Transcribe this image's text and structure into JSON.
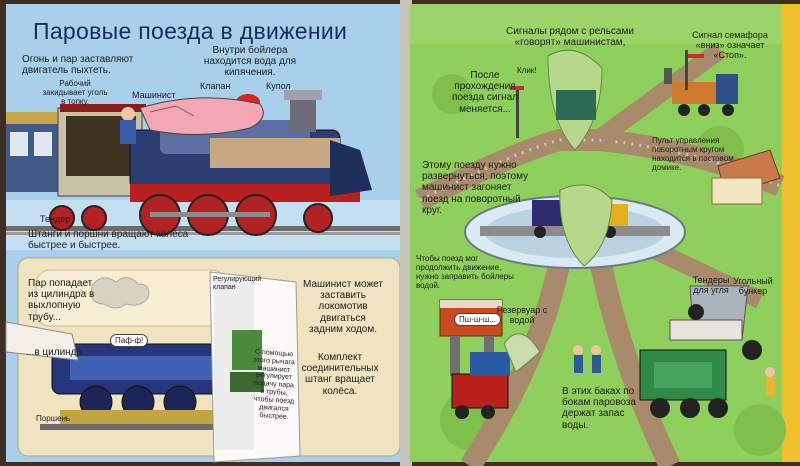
{
  "left": {
    "title": "Паровые поезда в движении",
    "labels": [
      "Огонь и пар заставляют двигатель пыхтеть.",
      "Рабочий закидывает уголь в топку.",
      "Машинист",
      "Внутри бойлера находится вода для кипячения.",
      "Клапан",
      "Купол",
      "Тендер",
      "Штанги и поршни вращают колёса быстрее и быстрее.",
      "Пар попадает из цилиндра в выхлопную трубу...",
      "...в цилиндр.",
      "Поршень",
      "Машинист может заставить локомотив двигаться задним ходом.",
      "Комплект соединительных штанг вращает колёса.",
      "Регулирующий клапан",
      "С помощью этого рычага машинист регулирует подачу пара в трубы, чтобы поезд двигался быстрее."
    ],
    "bubbles": [
      "Паф-ф!"
    ]
  },
  "right": {
    "labels": [
      "Сигналы рядом с рельсами «говорят» машинистам,",
      "Сигнал семафора «вниз» означает «Стоп».",
      "Клик!",
      "После прохождения поезда сигнал меняется...",
      "Пульт управления поворотным кругом находится в постовом домике.",
      "Этому поезду нужно развернуться, поэтому машинист загоняет поезд на поворотный круг.",
      "Чтобы поезд мог продолжить движение, нужно заправить бойлеры водой.",
      "Резервуар с водой",
      "Тендеры для угля",
      "Угольный бункер",
      "В этих баках по бокам паровоза держат запас воды."
    ],
    "bubbles": [
      "Пш-ш-ш..."
    ]
  }
}
